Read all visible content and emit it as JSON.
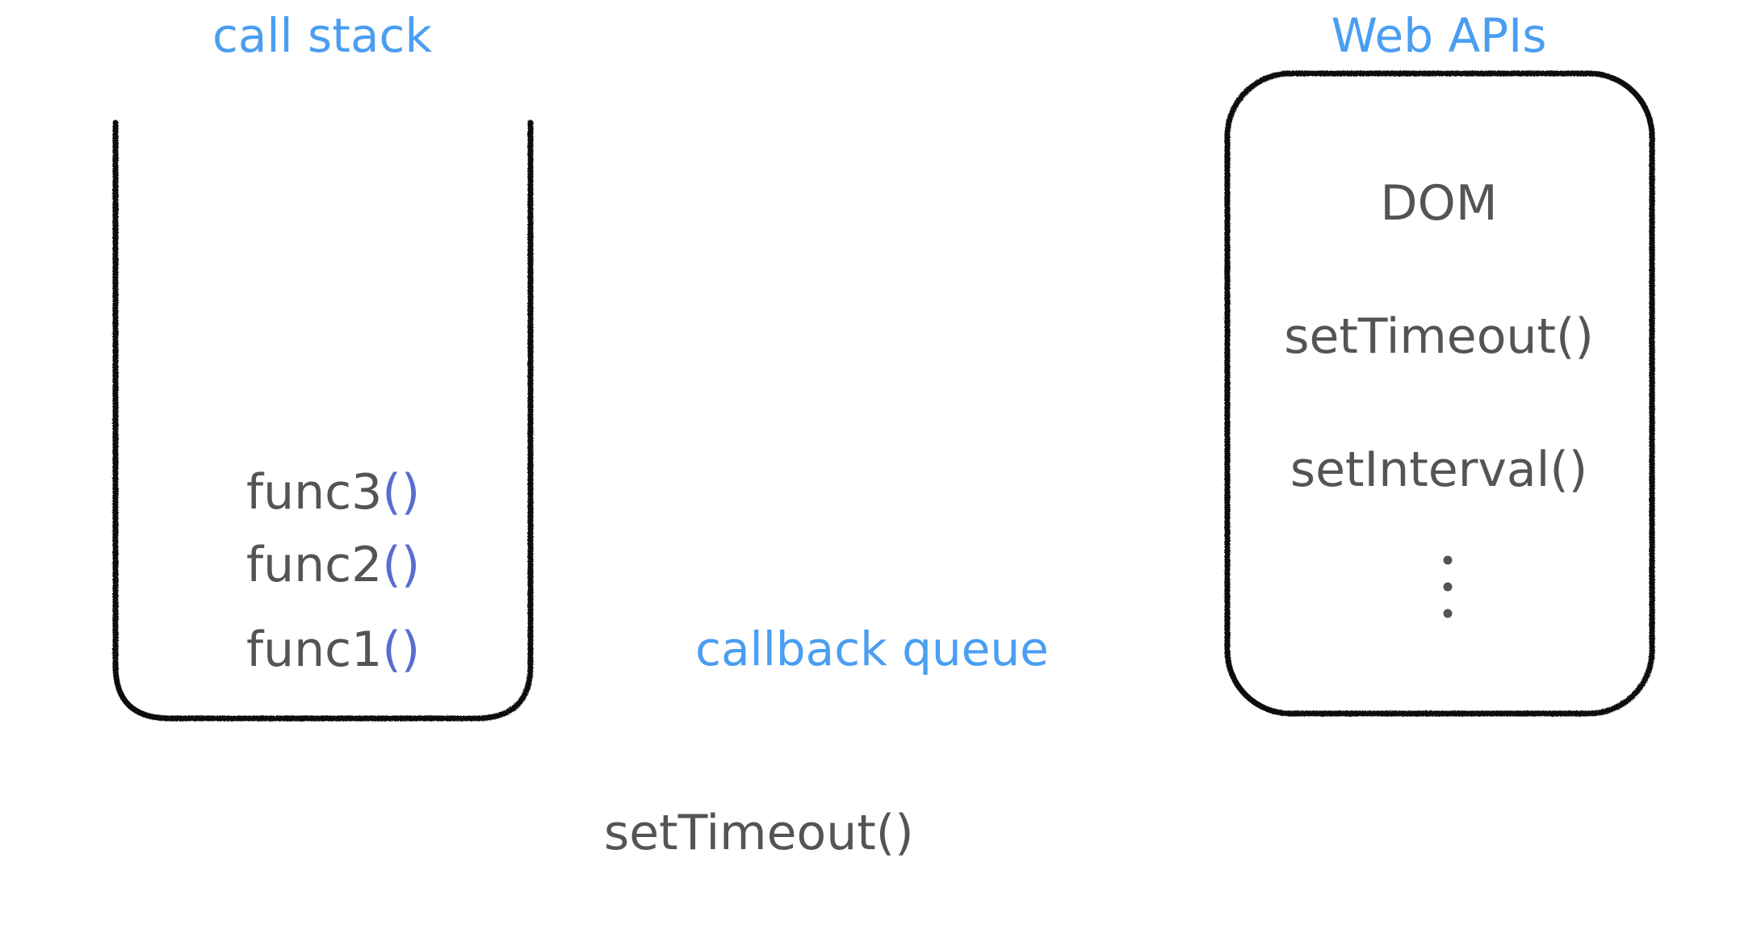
{
  "colors": {
    "heading": "#4a9ef2",
    "text": "#545454",
    "paren": "#5b6bd0",
    "stroke": "#111111"
  },
  "call_stack": {
    "title": "call stack",
    "frames": [
      {
        "name": "func3",
        "parens": "()"
      },
      {
        "name": "func2",
        "parens": "()"
      },
      {
        "name": "func1",
        "parens": "()"
      }
    ]
  },
  "callback_queue": {
    "title": "callback queue",
    "items": [
      "setTimeout()"
    ]
  },
  "web_apis": {
    "title": "Web APIs",
    "items": [
      "DOM",
      "setTimeout()",
      "setInterval()"
    ],
    "more_icon": "vertical-ellipsis-icon"
  }
}
